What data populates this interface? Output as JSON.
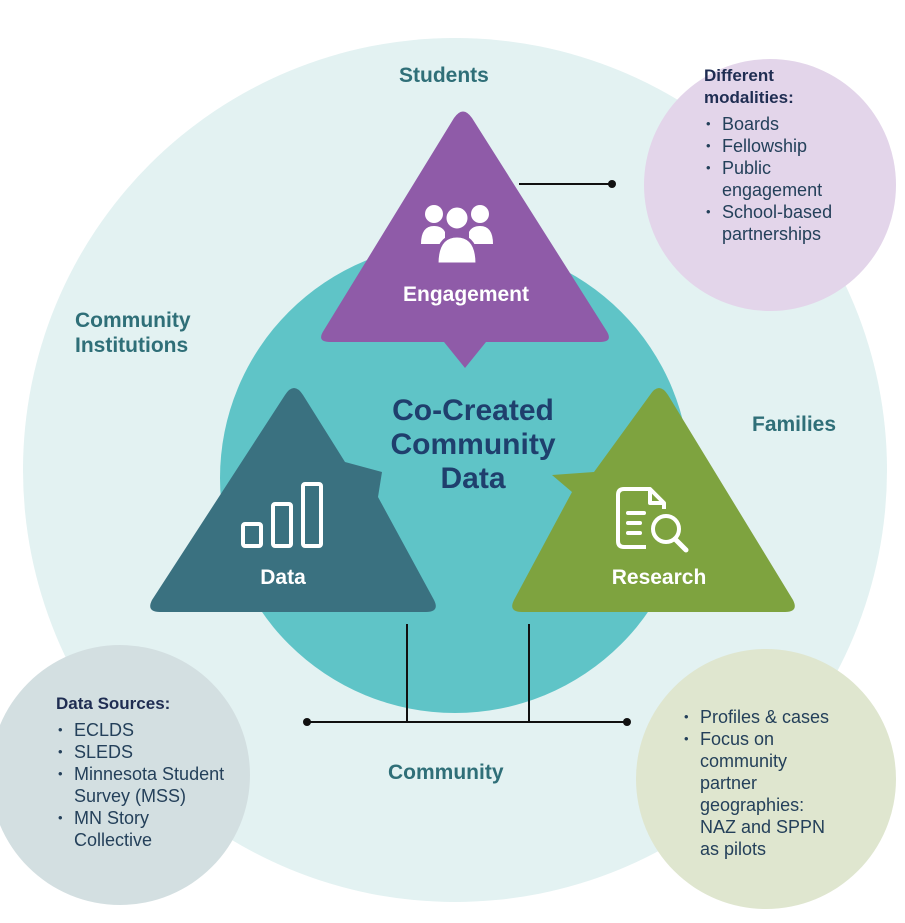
{
  "ring_labels": {
    "top": "Students",
    "left_line1": "Community",
    "left_line2": "Institutions",
    "right": "Families",
    "bottom": "Community"
  },
  "center_title": {
    "line1": "Co-Created",
    "line2": "Community",
    "line3": "Data"
  },
  "nodes": {
    "engagement": "Engagement",
    "data": "Data",
    "research": "Research"
  },
  "bubbles": {
    "modalities": {
      "heading_line1": "Different",
      "heading_line2": "modalities:",
      "items": [
        "Boards",
        "Fellowship",
        "Public engagement",
        "School-based partnerships"
      ]
    },
    "data_sources": {
      "heading": "Data Sources:",
      "items": [
        "ECLDS",
        "SLEDS",
        "Minnesota Student Survey (MSS)",
        "MN Story Collective"
      ]
    },
    "research": {
      "items": [
        "Profiles & cases",
        "Focus on community partner geographies: NAZ and SPPN as pilots"
      ]
    }
  },
  "colors": {
    "outer_ring": "#e3f2f2",
    "inner_circle": "#5fc4c7",
    "engagement": "#8f5ba8",
    "data": "#3a7180",
    "research": "#7ea33f",
    "bubble_modalities": "#e3d5ea",
    "bubble_data_sources": "#d3dfe1",
    "bubble_research": "#dfe6cf"
  },
  "icons": {
    "engagement": "people-group-icon",
    "data": "bar-chart-icon",
    "research": "document-search-icon"
  }
}
